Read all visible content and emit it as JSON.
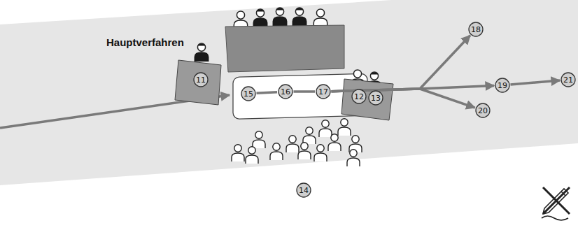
{
  "diagram": {
    "title": "Hauptverfahren",
    "nodes": [
      {
        "text": [
          "11"
        ]
      },
      {
        "text": [
          "12"
        ]
      },
      {
        "text": [
          "13"
        ]
      },
      {
        "text": [
          "14"
        ]
      },
      {
        "text": [
          "15"
        ]
      },
      {
        "text": [
          "16"
        ]
      },
      {
        "text": [
          "17"
        ]
      },
      {
        "text": [
          "18"
        ]
      },
      {
        "text": [
          "19"
        ]
      },
      {
        "text": [
          "20"
        ]
      },
      {
        "text": [
          "21"
        ]
      }
    ],
    "edges": [
      {
        "from": 4,
        "to": 5,
        "arrow": "none"
      },
      {
        "from": 5,
        "to": 6,
        "arrow": "none"
      },
      {
        "from": 6,
        "to": 7,
        "arrow": "to"
      },
      {
        "from": 6,
        "to": 8,
        "arrow": "to"
      },
      {
        "from": 6,
        "to": 9,
        "arrow": "to"
      },
      {
        "from": 8,
        "to": 10,
        "arrow": "to"
      }
    ]
  }
}
